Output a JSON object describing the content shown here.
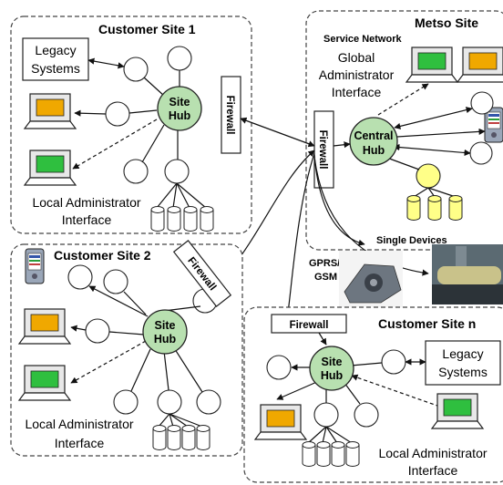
{
  "sites": {
    "site1": {
      "title": "Customer Site 1",
      "hub_line1": "Site",
      "hub_line2": "Hub",
      "legacy_line1": "Legacy",
      "legacy_line2": "Systems",
      "admin_line1": "Local Administrator",
      "admin_line2": "Interface",
      "firewall": "Firewall"
    },
    "metso": {
      "title": "Metso Site",
      "service": "Service Network",
      "admin_line1": "Global",
      "admin_line2": "Administrator",
      "admin_line3": "Interface",
      "hub_line1": "Central",
      "hub_line2": "Hub",
      "firewall": "Firewall"
    },
    "site2": {
      "title": "Customer Site 2",
      "hub_line1": "Site",
      "hub_line2": "Hub",
      "admin_line1": "Local Administrator",
      "admin_line2": "Interface",
      "firewall": "Firewall"
    },
    "siten": {
      "title": "Customer Site n",
      "hub_line1": "Site",
      "hub_line2": "Hub",
      "legacy_line1": "Legacy",
      "legacy_line2": "Systems",
      "admin_line1": "Local Administrator",
      "admin_line2": "Interface",
      "firewall": "Firewall"
    }
  },
  "single_devices": "Single Devices",
  "gprs_line1": "GPRS/",
  "gprs_line2": "GSM",
  "colors": {
    "hub": "#b8e0b0",
    "screen": "#f0a800",
    "screen_green": "#2fbf3f",
    "node_yellow": "#ffff88"
  },
  "icons": [
    "laptop-icon",
    "pda-icon",
    "database-icon",
    "machine-photo"
  ]
}
